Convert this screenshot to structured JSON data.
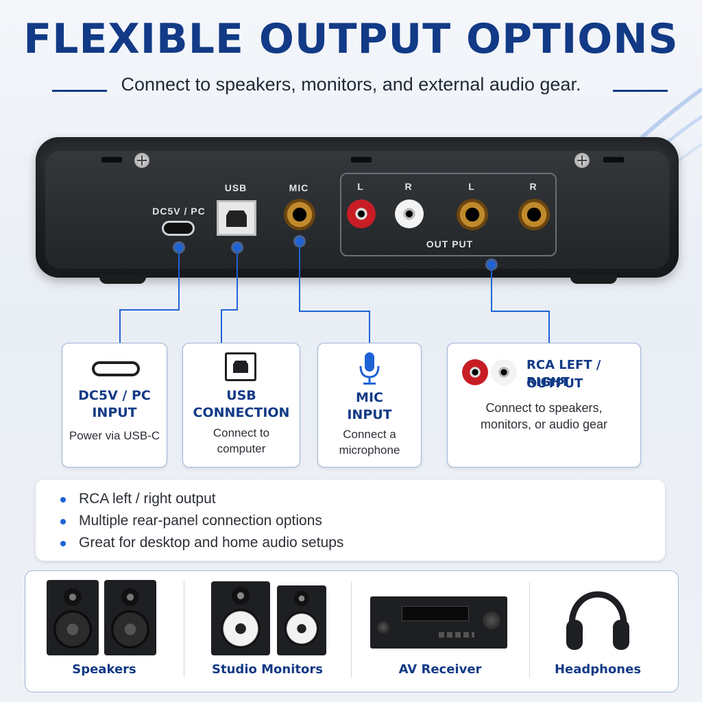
{
  "header": {
    "title": "FLEXIBLE OUTPUT OPTIONS",
    "subtitle": "Connect to speakers, monitors, and external audio gear."
  },
  "device": {
    "ports": {
      "dc": "DC5V / PC",
      "usb": "USB",
      "mic": "MIC",
      "left1": "L",
      "right1": "R",
      "left2": "L",
      "right2": "R",
      "output": "OUT PUT"
    }
  },
  "cards": {
    "dc": {
      "title1": "DC5V / PC",
      "title2": "INPUT",
      "text1": "Power via USB-C"
    },
    "usb": {
      "title1": "USB",
      "title2": "CONNECTION",
      "text1": "Connect to",
      "text2": "computer"
    },
    "mic": {
      "title1": "MIC",
      "title2": "INPUT",
      "text1": "Connect a",
      "text2": "microphone"
    },
    "rca": {
      "title1": "RCA LEFT / RIGHT",
      "title2": "OUTPUT",
      "text1": "Connect to speakers,",
      "text2": "monitors, or audio gear"
    }
  },
  "bullets": [
    "RCA left / right output",
    "Multiple rear-panel connection options",
    "Great for desktop and home audio setups"
  ],
  "devices": {
    "speakers": "Speakers",
    "monitors": "Studio Monitors",
    "receiver": "AV Receiver",
    "headphones": "Headphones"
  },
  "colors": {
    "accent": "#123a86",
    "line": "#1e63d6",
    "device": "#222528"
  }
}
